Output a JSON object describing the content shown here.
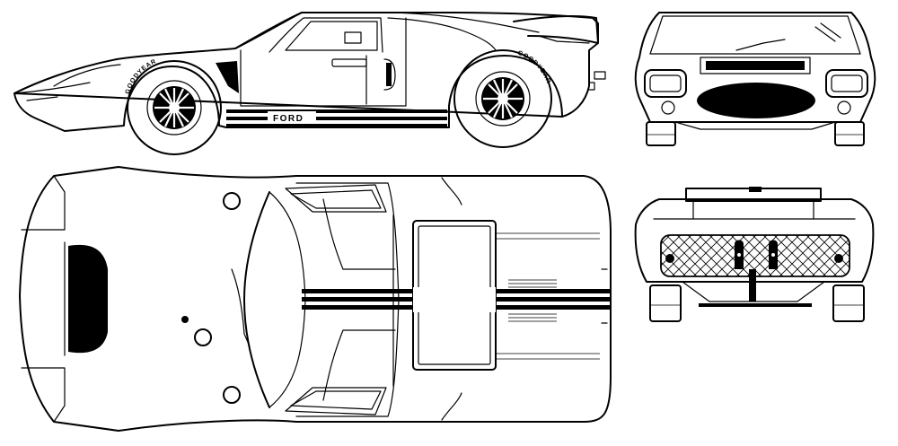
{
  "drawing": {
    "views": [
      "side-view",
      "front-view",
      "top-view",
      "rear-view"
    ],
    "side_decal": "FORD",
    "tire_brand": "GOODYEAR",
    "colors": {
      "line": "#000000",
      "background": "#ffffff"
    }
  }
}
